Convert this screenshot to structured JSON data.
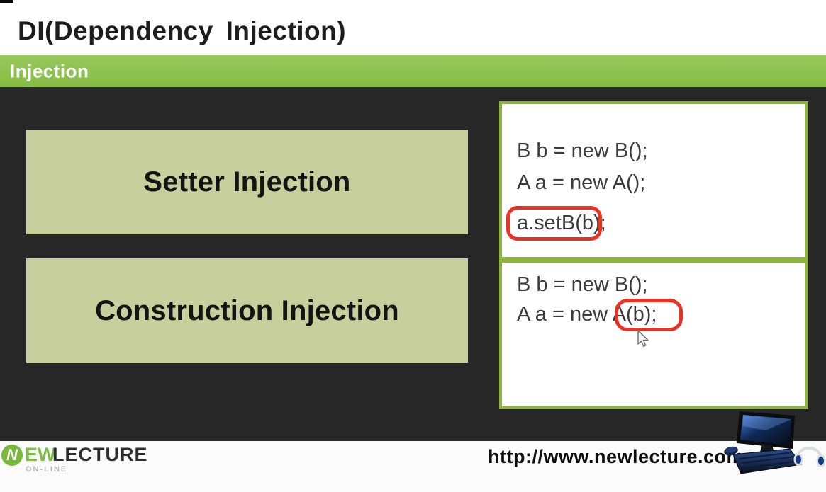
{
  "header": {
    "title": "DI(Dependency Injection)"
  },
  "banner": {
    "label": "Injection"
  },
  "injection_types": [
    {
      "label": "Setter Injection"
    },
    {
      "label": "Construction Injection"
    }
  ],
  "code_panels": [
    {
      "name": "setter-example",
      "lines": [
        "B b = new B();",
        "A a = new A();",
        "a.setB(b);"
      ],
      "highlighted_code": "a.setB(b)"
    },
    {
      "name": "construction-example",
      "lines": [
        "B b = new B();",
        "A a = new A(b);"
      ],
      "highlighted_code": "A(b);"
    }
  ],
  "footer": {
    "logo": {
      "initial": "N",
      "ew": "EW",
      "lecture": "LECTURE",
      "online": "ON-LINE"
    },
    "url": "http://www.newlecture.com"
  },
  "icons": {
    "computer_workstation": "computer-workstation-icon",
    "mouse_cursor": "mouse-cursor-icon"
  },
  "colors": {
    "banner_green": "#8cc04b",
    "panel_border_green": "#8cb43f",
    "type_box_green": "#c7cf9d",
    "background_dark": "#272727",
    "highlight_red": "#e83223",
    "logo_green": "#79b93a"
  }
}
